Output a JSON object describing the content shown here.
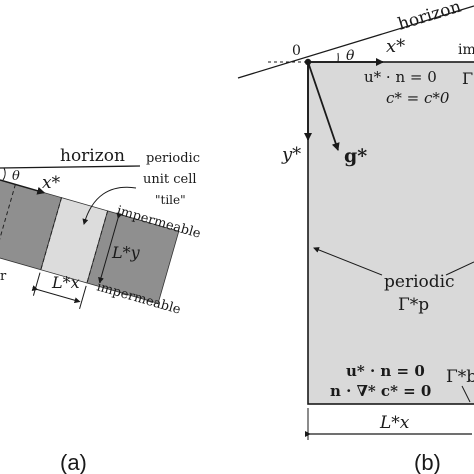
{
  "panel_a": {
    "caption": "(a)",
    "horizon": "horizon",
    "theta": "θ",
    "x_axis": "x*",
    "periodic_unit_cell": [
      "periodic",
      "unit cell",
      "\"tile\""
    ],
    "top_boundary": "impermeable",
    "bottom_boundary": "impermeable",
    "tile_height": "L*y",
    "tile_width": "L*x",
    "left_edge_label": "r"
  },
  "panel_b": {
    "caption": "(b)",
    "horizon": "horizon",
    "origin": "0",
    "theta": "θ",
    "x_axis": "x*",
    "y_axis": "y*",
    "gravity": "g*",
    "top_condition_1": "u* · n = 0",
    "top_condition_2": "c* = c*0",
    "top_boundary_label": "Γ",
    "top_right_cut": "im",
    "periodic_label": "periodic",
    "periodic_gamma": "Γ*p",
    "bottom_condition_1": "u* · n = 0",
    "bottom_condition_2": "n · ∇* c* = 0",
    "bottom_gamma": "Γ*b",
    "width_label": "L*x"
  },
  "colors": {
    "domain_fill": "#d9d9d9",
    "tile_dark": "#8f8f8f",
    "tile_light": "#dcdcdc",
    "ink": "#1a1a1a"
  }
}
